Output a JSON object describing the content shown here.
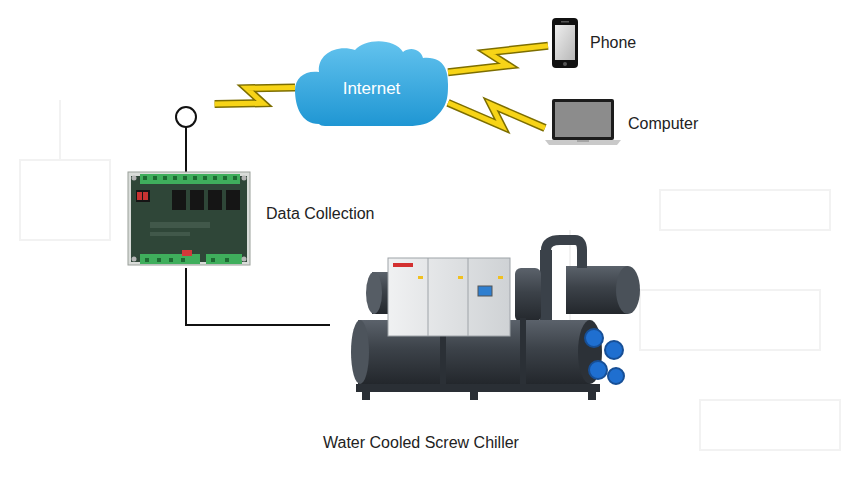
{
  "diagram": {
    "nodes": [
      {
        "text": [
          "Phone"
        ]
      },
      {
        "text": [
          "Internet"
        ]
      },
      {
        "text": [
          "Computer"
        ]
      },
      {
        "text": [
          "Data Collection"
        ]
      },
      {
        "text": [
          "Water Cooled Screw Chiller"
        ]
      }
    ],
    "edges": [
      {
        "from": 3,
        "to": 1,
        "arrow": "none"
      },
      {
        "from": 1,
        "to": 0,
        "arrow": "none"
      },
      {
        "from": 1,
        "to": 2,
        "arrow": "none"
      },
      {
        "from": 3,
        "to": 4,
        "arrow": "none"
      }
    ]
  }
}
